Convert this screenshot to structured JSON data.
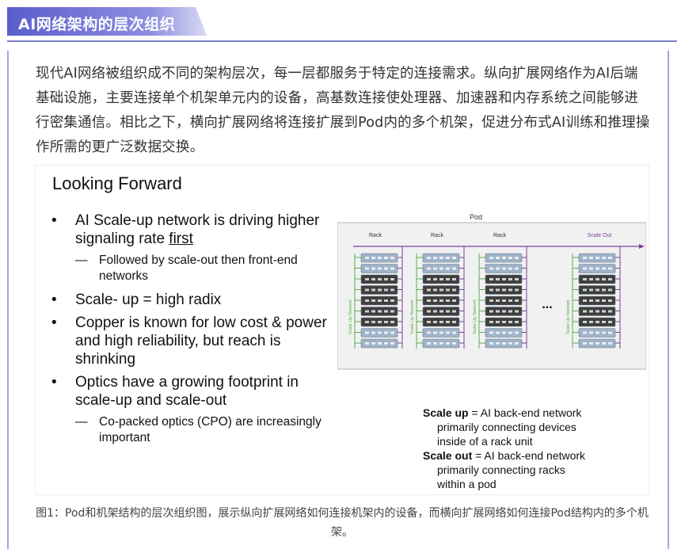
{
  "header": {
    "title": "AI网络架构的层次组织",
    "banner_color": "#6a6cd0",
    "banner_color_light": "#c9c9ef"
  },
  "intro": {
    "text": "现代AI网络被组织成不同的架构层次，每一层都服务于特定的连接需求。纵向扩展网络作为AI后端基础设施，主要连接单个机架单元内的设备，高基数连接使处理器、加速器和内存系统之间能够进行密集通信。相比之下，横向扩展网络将连接扩展到Pod内的多个机架，促进分布式AI训练和推理操作所需的更广泛数据交换。"
  },
  "slide": {
    "title": "Looking Forward",
    "bullet_glyph": "•",
    "dash_glyph": "—",
    "b1_pre": "AI Scale-up network is driving higher signaling rate ",
    "b1_underlined": "first",
    "b1_sub": "Followed by scale-out then front-end networks",
    "b2": "Scale- up = high radix",
    "b3": "Copper is known for low cost & power and high reliability, but reach is shrinking",
    "b4": "Optics have a growing footprint in scale-up and scale-out",
    "b4_sub": "Co-packed optics (CPO) are increasingly important",
    "diagram": {
      "pod_label": "Pod",
      "rack_labels": [
        "Rack",
        "Rack",
        "Rack"
      ],
      "scale_out_label": "Scale Out",
      "scale_up_label": "Scale Up Network",
      "ellipsis": "...",
      "colors": {
        "scale_out": "#7a3f9a",
        "scale_up": "#55b04a",
        "unit_dark": "#3f3f3f",
        "unit_light": "#9fb3c8"
      }
    },
    "defs": {
      "up_term": "Scale up",
      "up_l1": " = AI back-end network",
      "up_l2": "primarily connecting devices",
      "up_l3": "inside of a rack unit",
      "out_term": "Scale out",
      "out_l1": " = AI back-end network",
      "out_l2": "primarily connecting racks",
      "out_l3": "within a pod"
    }
  },
  "caption": {
    "text": "图1：Pod和机架结构的层次组织图，展示纵向扩展网络如何连接机架内的设备，而横向扩展网络如何连接Pod结构内的多个机架。"
  }
}
